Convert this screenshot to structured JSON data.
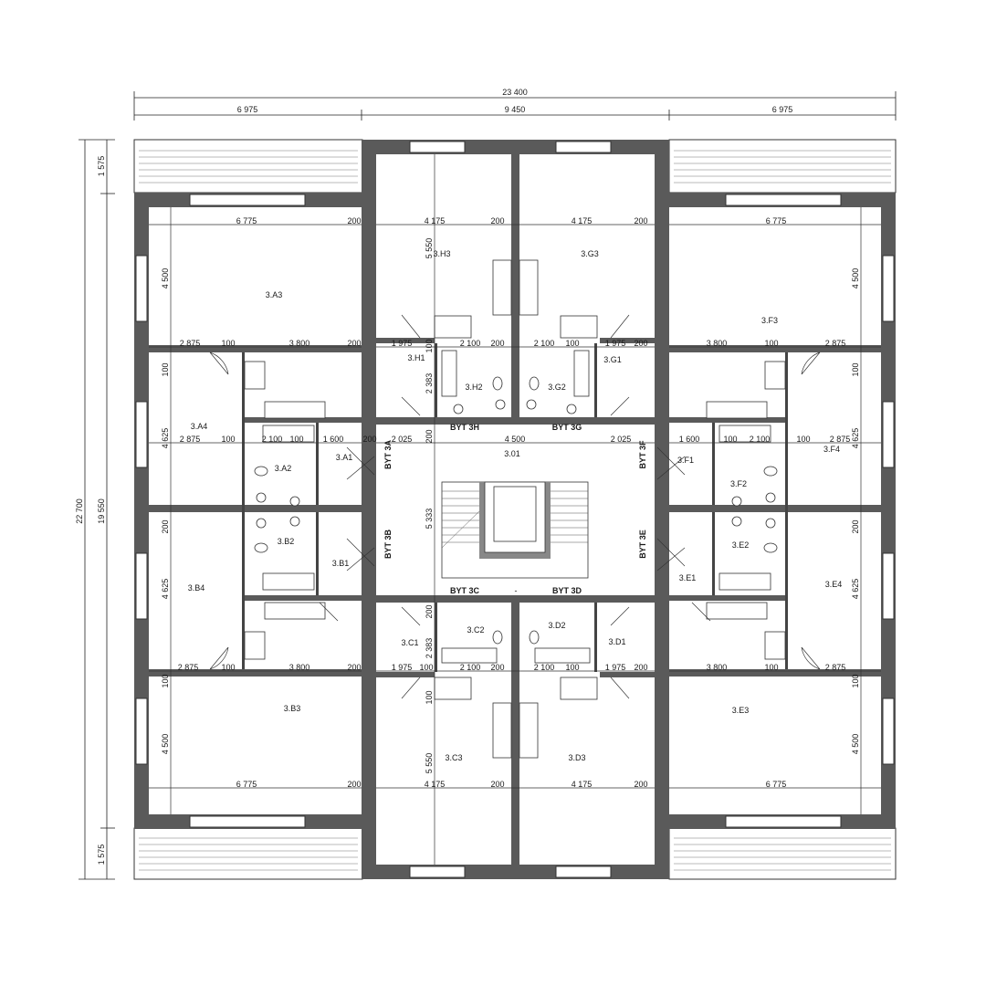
{
  "overall": {
    "width_total": "23 400",
    "width_left": "6 975",
    "width_middle": "9 450",
    "width_right": "6 975",
    "height_total": "22 700",
    "height_inner": "19 550",
    "balcony_top": "1 575",
    "balcony_bottom": "1 575"
  },
  "rooms": {
    "A3": "3.A3",
    "A4": "3.A4",
    "A2": "3.A2",
    "A1": "3.A1",
    "B4": "3.B4",
    "B2": "3.B2",
    "B1": "3.B1",
    "B3": "3.B3",
    "H3": "3.H3",
    "H1": "3.H1",
    "H2": "3.H2",
    "G3": "3.G3",
    "G1": "3.G1",
    "G2": "3.G2",
    "F3": "3.F3",
    "F4": "3.F4",
    "F2": "3.F2",
    "F1": "3.F1",
    "E4": "3.E4",
    "E2": "3.E2",
    "E1": "3.E1",
    "E3": "3.E3",
    "C1": "3.C1",
    "C2": "3.C2",
    "C3": "3.C3",
    "D1": "3.D1",
    "D2": "3.D2",
    "D3": "3.D3",
    "hall": "3.01"
  },
  "apartments": {
    "a": "BYT 3A",
    "b": "BYT 3B",
    "c": "BYT 3C",
    "d": "BYT 3D",
    "e": "BYT 3E",
    "f": "BYT 3F",
    "g": "BYT 3G",
    "h": "BYT 3H"
  },
  "dims": {
    "d6775": "6 775",
    "d200": "200",
    "d4175": "4 175",
    "d4500": "4 500",
    "d2875": "2 875",
    "d100": "100",
    "d3800": "3 800",
    "d1975": "1 975",
    "d2100": "2 100",
    "d4625": "4 625",
    "d1600": "1 600",
    "d2025": "2 025",
    "d5550": "5 550",
    "d2383": "2 383",
    "d5333": "5 333",
    "d2875b": "2 875"
  },
  "separator": "-"
}
